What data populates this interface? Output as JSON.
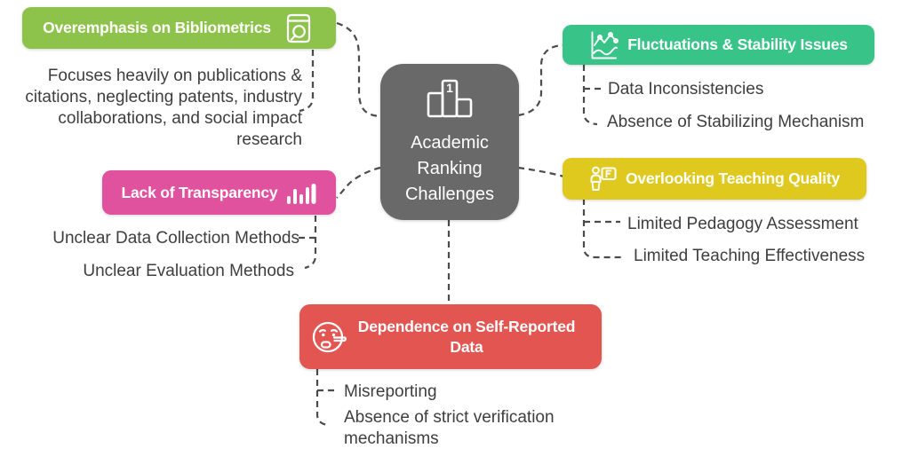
{
  "connector_color": "#4B4B4B",
  "center": {
    "title": "Academic Ranking Challenges",
    "color": "#696969",
    "icon": "podium-first-place"
  },
  "branches": [
    {
      "label": "Overemphasis on Bibliometrics",
      "color": "#8DC34B",
      "icon": "book-search",
      "description": "Focuses heavily on publications & citations, neglecting patents, industry collaborations, and social impact research"
    },
    {
      "label": "Lack of Transparency",
      "color": "#E0519E",
      "icon": "bar-chart",
      "children": [
        "Unclear Data Collection Methods",
        "Unclear Evaluation Methods"
      ]
    },
    {
      "label": "Fluctuations & Stability Issues",
      "color": "#38C389",
      "icon": "line-chart",
      "children": [
        "Data Inconsistencies",
        "Absence of Stabilizing Mechanism"
      ]
    },
    {
      "label": "Overlooking Teaching Quality",
      "color": "#DFC91F",
      "icon": "teacher-grade-board",
      "children": [
        "Limited Pedagogy Assessment",
        "Limited Teaching Effectiveness"
      ]
    },
    {
      "label": "Dependence on Self-Reported Data",
      "color": "#E25551",
      "icon": "worried-face",
      "children": [
        "Misreporting",
        "Absence of strict verification mechanisms"
      ]
    }
  ]
}
